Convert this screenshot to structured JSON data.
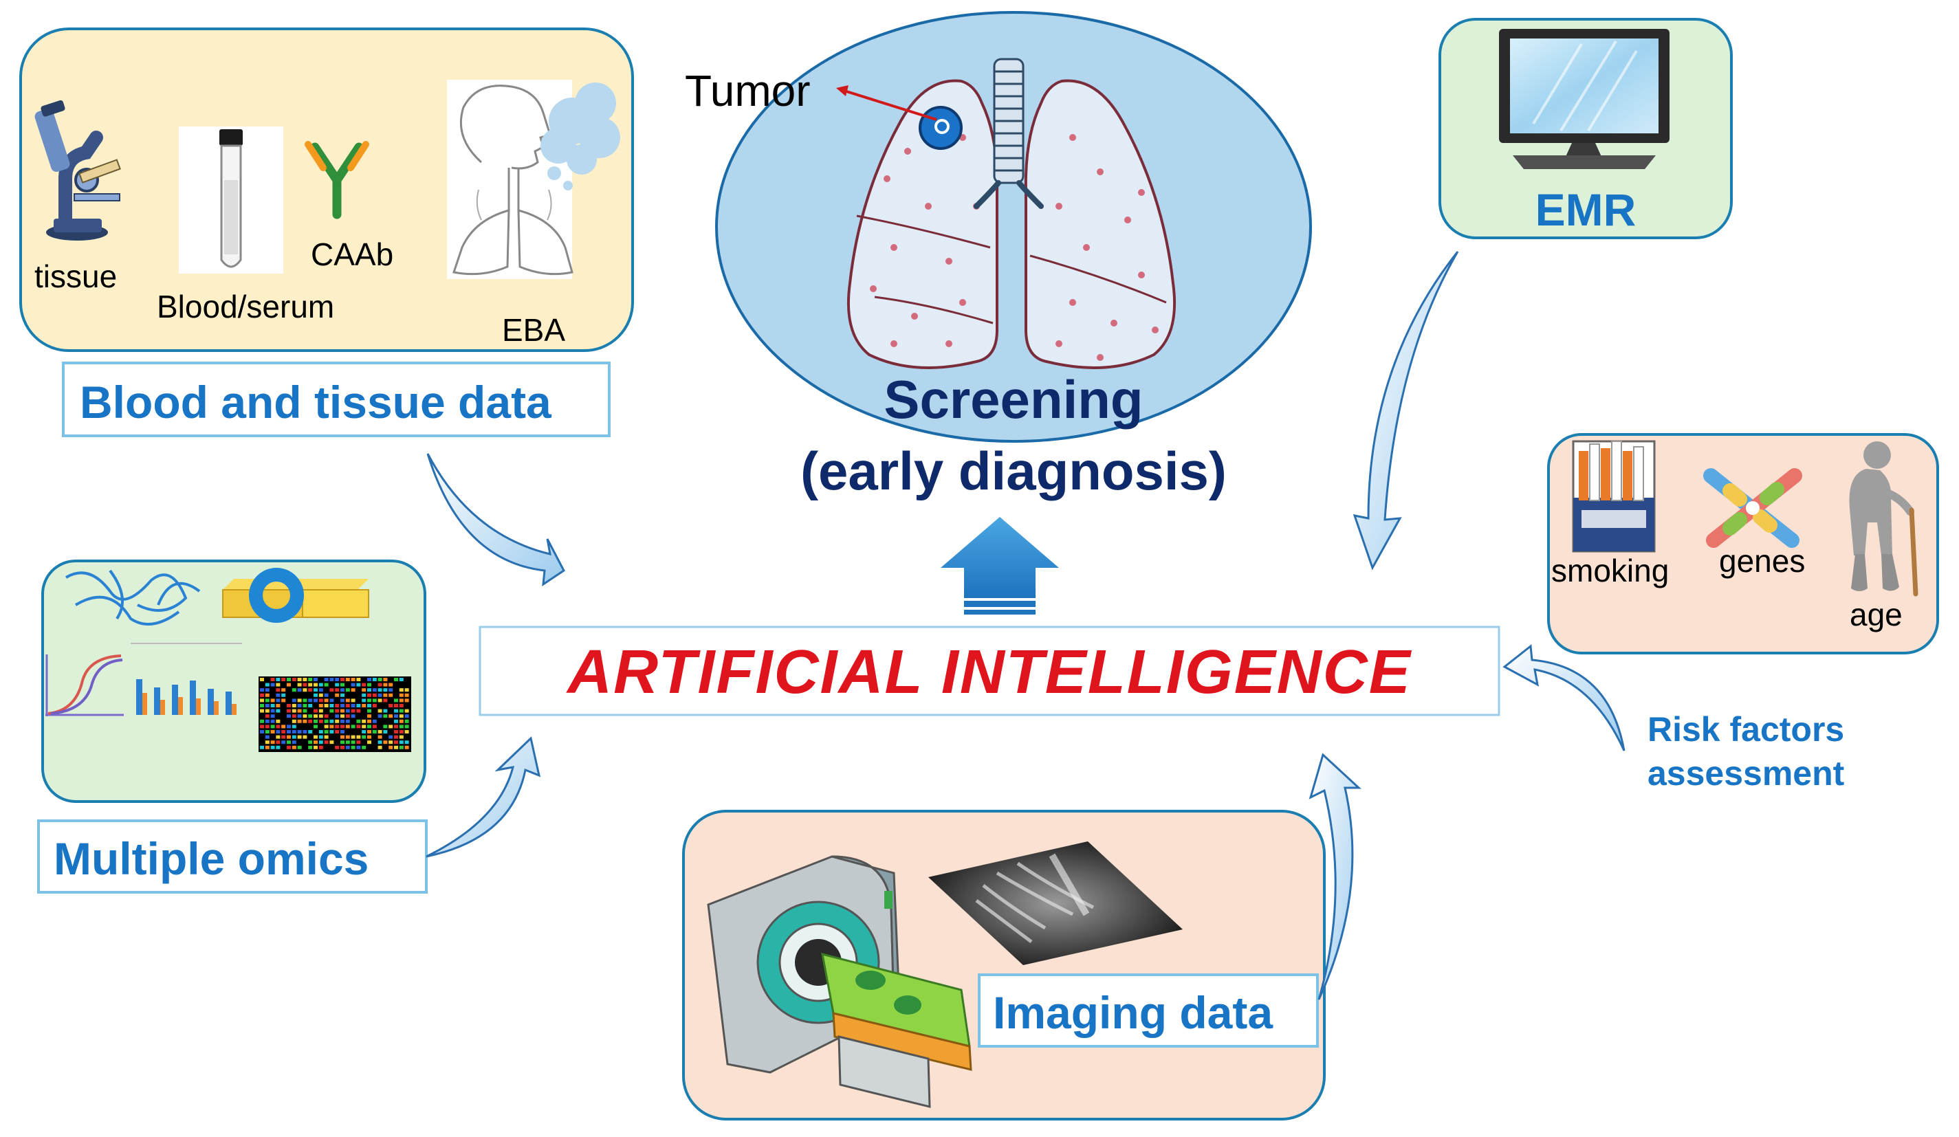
{
  "blood_panel": {
    "labels": {
      "tissue": "tissue",
      "blood": "Blood/serum",
      "caab": "CAAb",
      "eba": "EBA"
    },
    "caption": "Blood and tissue data"
  },
  "screening": {
    "tumor_label": "Tumor",
    "title": "Screening",
    "subtitle": "(early diagnosis)"
  },
  "emr_panel": {
    "caption": "EMR"
  },
  "omics_panel": {
    "caption": "Multiple omics"
  },
  "risk_panel": {
    "labels": {
      "smoking": "smoking",
      "genes": "genes",
      "age": "age"
    },
    "caption_line1": "Risk factors",
    "caption_line2": "assessment"
  },
  "center": {
    "label": "ARTIFICIAL INTELLIGENCE"
  },
  "imaging_panel": {
    "caption": "Imaging data"
  },
  "colors": {
    "accent_blue": "#1874c4",
    "navy": "#0f2a6b",
    "ai_red": "#e0141c",
    "panel_yellow": "#fdf0c8",
    "panel_green": "#ddf0d8",
    "panel_peach": "#fbe1d2",
    "oval_blue": "#b3d6ef"
  }
}
